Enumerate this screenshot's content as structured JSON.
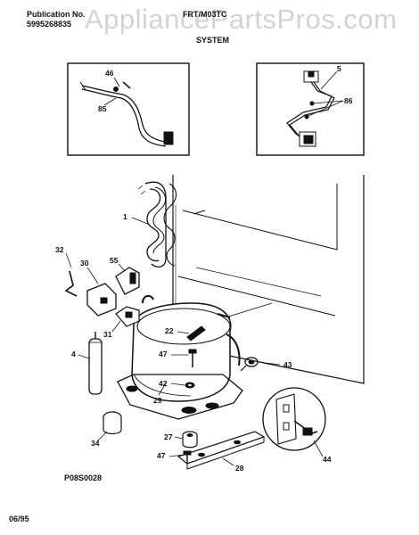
{
  "header": {
    "publication_label": "Publication No.",
    "publication_number": "5995268835",
    "model": "FRT/M03TC",
    "section": "SYSTEM",
    "watermark": "AppliancePartsPros.com"
  },
  "diagram_id": "P08S0028",
  "footer_date": "06/95",
  "callouts": {
    "c1": "1",
    "c4": "4",
    "c5": "5",
    "c22": "22",
    "c27": "27",
    "c28": "28",
    "c29": "29",
    "c30": "30",
    "c31": "31",
    "c32": "32",
    "c34": "34",
    "c42": "42",
    "c43": "43",
    "c44": "44",
    "c46": "46",
    "c47a": "47",
    "c47b": "47",
    "c55": "55",
    "c85": "85",
    "c86": "86"
  }
}
